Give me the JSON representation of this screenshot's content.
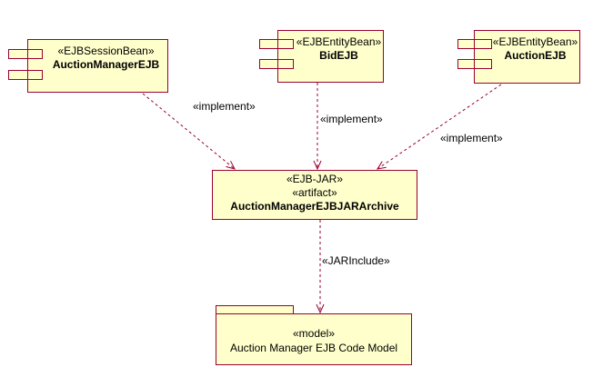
{
  "diagram": {
    "type": "uml-component-diagram",
    "background": "#ffffff"
  },
  "colors": {
    "node_fill": "#ffffcc",
    "node_border": "#990033",
    "edge": "#990033",
    "text": "#000000"
  },
  "nodes": {
    "auctionManagerEjb": {
      "stereotype": "«EJBSessionBean»",
      "name": "AuctionManagerEJB"
    },
    "bidEjb": {
      "stereotype": "«EJBEntityBean»",
      "name": "BidEJB"
    },
    "auctionEjb": {
      "stereotype": "«EJBEntityBean»",
      "name": "AuctionEJB"
    },
    "ejbJarArchive": {
      "stereotype1": "«EJB-JAR»",
      "stereotype2": "«artifact»",
      "name": "AuctionManagerEJBJARArchive"
    },
    "codeModel": {
      "stereotype": "«model»",
      "name": "Auction Manager EJB Code Model"
    }
  },
  "edges": {
    "implementAuctionManager": {
      "label": "«implement»"
    },
    "implementBid": {
      "label": "«implement»"
    },
    "implementAuction": {
      "label": "«implement»"
    },
    "jarInclude": {
      "label": "«JARInclude»"
    }
  }
}
